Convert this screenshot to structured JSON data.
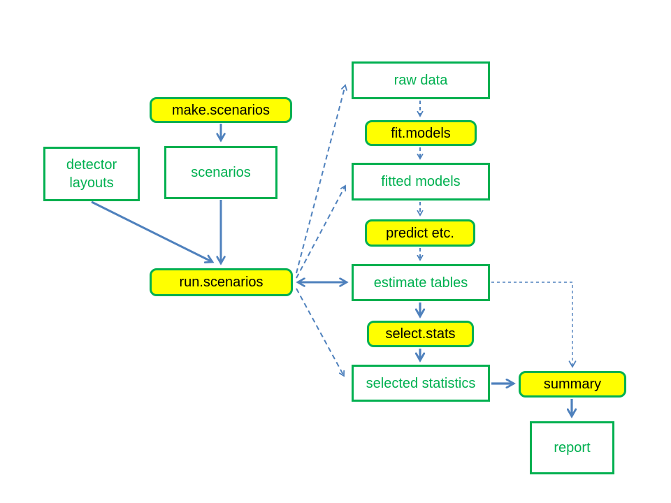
{
  "diagram": {
    "type": "flowchart",
    "colors": {
      "node_border": "#00B050",
      "data_node_text": "#00B050",
      "function_fill": "#FFFF00",
      "function_text": "#000000",
      "arrow": "#4F81BD",
      "background": "#FFFFFF"
    },
    "nodes": {
      "make_scenarios": {
        "label": "make.scenarios",
        "kind": "function"
      },
      "detector_layouts": {
        "label": "detector layouts",
        "kind": "data"
      },
      "scenarios": {
        "label": "scenarios",
        "kind": "data"
      },
      "run_scenarios": {
        "label": "run.scenarios",
        "kind": "function"
      },
      "raw_data": {
        "label": "raw data",
        "kind": "data"
      },
      "fit_models": {
        "label": "fit.models",
        "kind": "function"
      },
      "fitted_models": {
        "label": "fitted models",
        "kind": "data"
      },
      "predict_etc": {
        "label": "predict etc.",
        "kind": "function"
      },
      "estimate_tables": {
        "label": "estimate tables",
        "kind": "data"
      },
      "select_stats": {
        "label": "select.stats",
        "kind": "function"
      },
      "selected_statistics": {
        "label": "selected statistics",
        "kind": "data"
      },
      "summary": {
        "label": "summary",
        "kind": "function"
      },
      "report": {
        "label": "report",
        "kind": "data"
      }
    },
    "edges": [
      {
        "from": "make_scenarios",
        "to": "scenarios",
        "style": "solid"
      },
      {
        "from": "detector_layouts",
        "to": "run_scenarios",
        "style": "solid"
      },
      {
        "from": "scenarios",
        "to": "run_scenarios",
        "style": "solid"
      },
      {
        "from": "run_scenarios",
        "to": "estimate_tables",
        "style": "solid",
        "bidirectional": true
      },
      {
        "from": "run_scenarios",
        "to": "raw_data",
        "style": "dashed"
      },
      {
        "from": "run_scenarios",
        "to": "fitted_models",
        "style": "dashed"
      },
      {
        "from": "run_scenarios",
        "to": "selected_statistics",
        "style": "dashed"
      },
      {
        "from": "raw_data",
        "to": "fit_models",
        "style": "dashed"
      },
      {
        "from": "fit_models",
        "to": "fitted_models",
        "style": "dashed"
      },
      {
        "from": "fitted_models",
        "to": "predict_etc",
        "style": "dashed"
      },
      {
        "from": "predict_etc",
        "to": "estimate_tables",
        "style": "dashed"
      },
      {
        "from": "estimate_tables",
        "to": "select_stats",
        "style": "solid"
      },
      {
        "from": "select_stats",
        "to": "selected_statistics",
        "style": "solid"
      },
      {
        "from": "selected_statistics",
        "to": "summary",
        "style": "solid"
      },
      {
        "from": "estimate_tables",
        "to": "summary",
        "style": "dashed-thin"
      },
      {
        "from": "summary",
        "to": "report",
        "style": "solid"
      }
    ]
  }
}
